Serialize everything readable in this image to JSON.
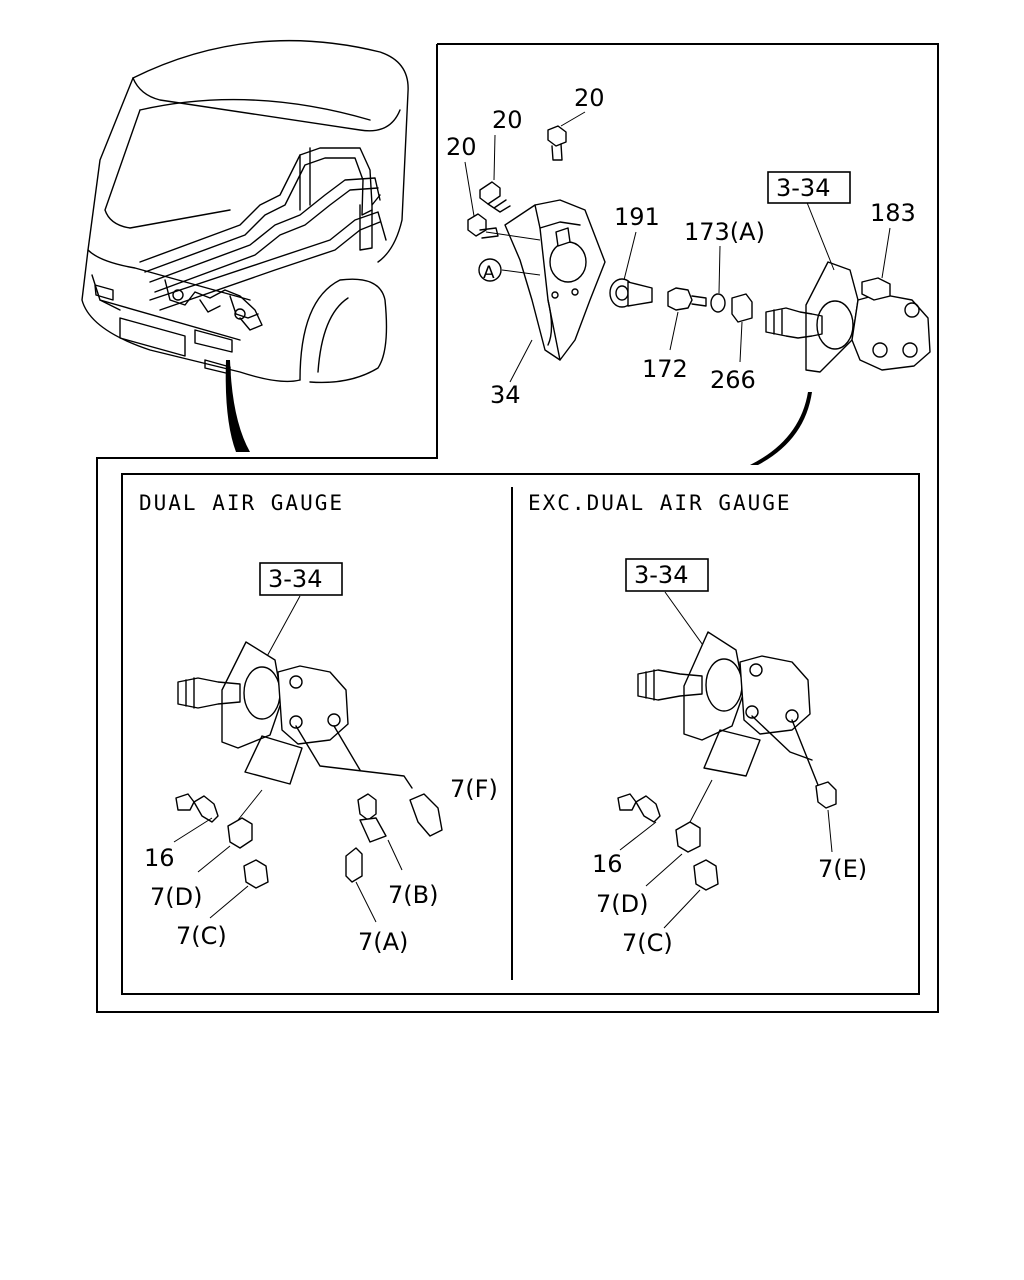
{
  "top_view": {
    "part_labels": {
      "p20a": "20",
      "p20b": "20",
      "p20c": "20",
      "p191": "191",
      "p173a": "173(A)",
      "p183": "183",
      "p172": "172",
      "p266": "266",
      "p34": "34"
    },
    "marker_a": "A",
    "ref_box": "3-34"
  },
  "dual_panel": {
    "title": "DUAL AIR GAUGE",
    "ref_box": "3-34",
    "labels": {
      "p7f": "7(F)",
      "p16": "16",
      "p7d": "7(D)",
      "p7c": "7(C)",
      "p7b": "7(B)",
      "p7a": "7(A)"
    }
  },
  "exc_panel": {
    "title": "EXC.DUAL AIR GAUGE",
    "ref_box": "3-34",
    "labels": {
      "p16": "16",
      "p7d": "7(D)",
      "p7c": "7(C)",
      "p7e": "7(E)"
    }
  }
}
